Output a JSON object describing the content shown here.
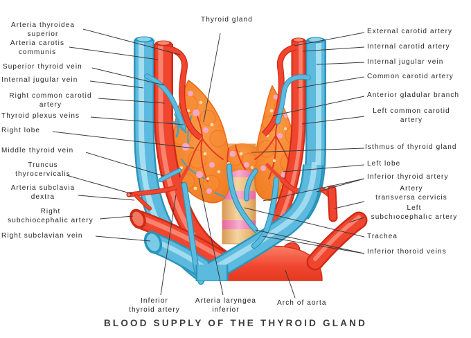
{
  "title": "BLOOD SUPPLY OF THE THYROID GLAND",
  "top_label": "Thyroid  gland",
  "left_labels": [
    {
      "text": "Arteria thyroidea\nsuperior"
    },
    {
      "text": "Arteria carotis\ncommunis"
    },
    {
      "text": "Superior thyroid vein"
    },
    {
      "text": "Internal jugular vein"
    },
    {
      "text": "Right common carotid\nartery"
    },
    {
      "text": "Thyroid  plexus  veins"
    },
    {
      "text": "Right  lobe"
    },
    {
      "text": "Middle thyroid vein"
    },
    {
      "text": "Truncus\nthyrocervicalis"
    },
    {
      "text": "Arteria subclavia\ndextra"
    },
    {
      "text": "Right\nsubchiocephalic artery"
    },
    {
      "text": "Right subclavian  vein"
    }
  ],
  "right_labels": [
    {
      "text": "External carotid artery"
    },
    {
      "text": "Internal carotid artery"
    },
    {
      "text": "Internal jugular vein"
    },
    {
      "text": "Common  carotid artery"
    },
    {
      "text": "Anterior gladular branch"
    },
    {
      "text": "Left common carotid\nartery"
    },
    {
      "text": "Isthmus of thyroid gland"
    },
    {
      "text": "Left  lobe"
    },
    {
      "text": "Inferior thyroid artery"
    },
    {
      "text": "Artery\ntransversa cervicis"
    },
    {
      "text": "Left\nsubchıocephalıc artery"
    },
    {
      "text": "Trachea"
    },
    {
      "text": "Inferior thoroid veins"
    }
  ],
  "bottom_labels": [
    {
      "text": "Inferior\nthyroid artery"
    },
    {
      "text": "Arteria laryngea\ninferior"
    },
    {
      "text": "Arch of aorta"
    }
  ],
  "colors": {
    "artery_red": "#f0452e",
    "artery_red_dark": "#cf2a16",
    "vein_blue": "#5cbade",
    "vein_blue_dark": "#2b94ba",
    "thyroid_orange": "#f58026",
    "trachea_tan": "#f2cf9b",
    "cartilage_pink": "#f08bbd",
    "aorta_red": "#ee4130",
    "label_color": "#262626",
    "title_color": "#3c3c3c",
    "leader_line": "#3a3a3a"
  }
}
